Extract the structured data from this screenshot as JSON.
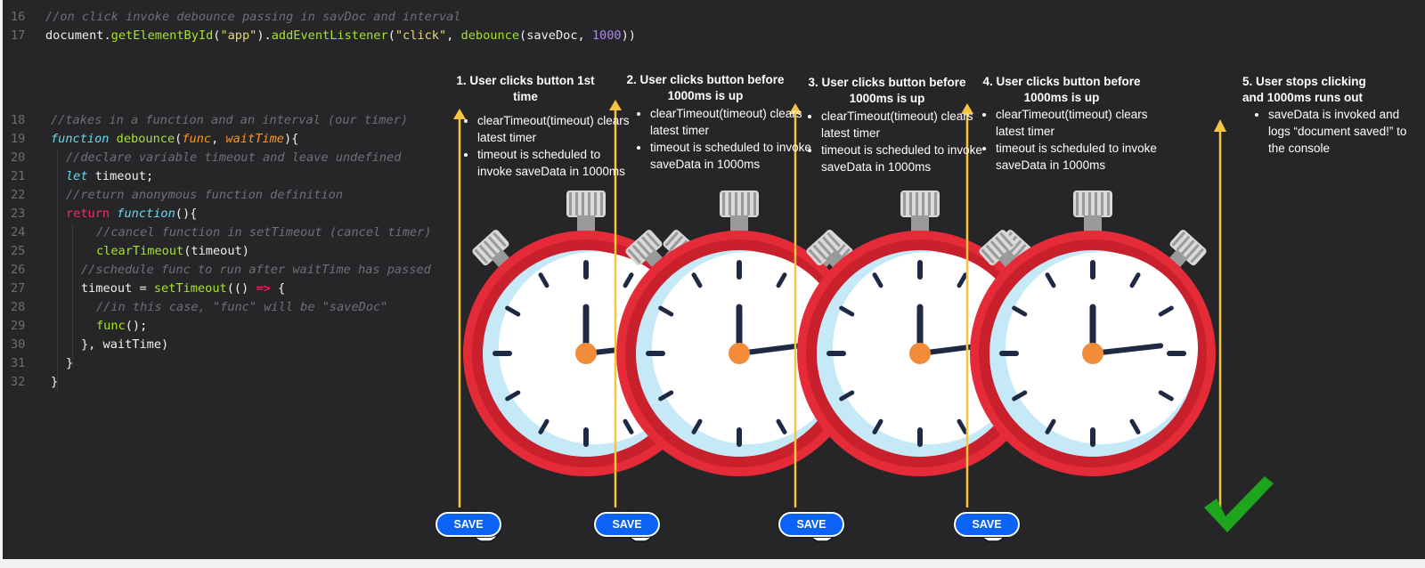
{
  "code_lines": [
    {
      "n": "16",
      "group": "top",
      "indent": 0,
      "tokens": [
        [
          "c",
          "//on click invoke debounce passing in savDoc and interval"
        ]
      ]
    },
    {
      "n": "17",
      "group": "top",
      "indent": 0,
      "tokens": [
        [
          "p",
          "document."
        ],
        [
          "f",
          "getElementById"
        ],
        [
          "p",
          "("
        ],
        [
          "s",
          "\"app\""
        ],
        [
          "p",
          ")."
        ],
        [
          "f",
          "addEventListener"
        ],
        [
          "p",
          "("
        ],
        [
          "s",
          "\"click\""
        ],
        [
          "p",
          ", "
        ],
        [
          "f",
          "debounce"
        ],
        [
          "p",
          "(saveDoc, "
        ],
        [
          "n",
          "1000"
        ],
        [
          "p",
          "))"
        ]
      ]
    },
    {
      "n": "18",
      "group": "main",
      "indent": 0,
      "tokens": [
        [
          "c",
          "//takes in a function and an interval (our timer)"
        ]
      ]
    },
    {
      "n": "19",
      "group": "main",
      "indent": 0,
      "tokens": [
        [
          "k",
          "function "
        ],
        [
          "f",
          "debounce"
        ],
        [
          "p",
          "("
        ],
        [
          "a",
          "func"
        ],
        [
          "p",
          ", "
        ],
        [
          "a",
          "waitTime"
        ],
        [
          "p",
          "){"
        ]
      ]
    },
    {
      "n": "20",
      "group": "main",
      "indent": 1,
      "tokens": [
        [
          "c",
          "//declare variable timeout and leave undefined"
        ]
      ]
    },
    {
      "n": "21",
      "group": "main",
      "indent": 1,
      "tokens": [
        [
          "k",
          "let "
        ],
        [
          "p",
          "timeout;"
        ]
      ]
    },
    {
      "n": "22",
      "group": "main",
      "indent": 1,
      "tokens": [
        [
          "c",
          "//return anonymous function definition"
        ]
      ]
    },
    {
      "n": "23",
      "group": "main",
      "indent": 1,
      "tokens": [
        [
          "r",
          "return "
        ],
        [
          "k",
          "function"
        ],
        [
          "p",
          "(){"
        ]
      ]
    },
    {
      "n": "24",
      "group": "main",
      "indent": 3,
      "tokens": [
        [
          "c",
          "//cancel function in setTimeout (cancel timer)"
        ]
      ]
    },
    {
      "n": "25",
      "group": "main",
      "indent": 3,
      "tokens": [
        [
          "f",
          "clearTimeout"
        ],
        [
          "p",
          "(timeout)"
        ]
      ]
    },
    {
      "n": "26",
      "group": "main",
      "indent": 2,
      "tokens": [
        [
          "c",
          "//schedule func to run after waitTime has passed"
        ]
      ]
    },
    {
      "n": "27",
      "group": "main",
      "indent": 2,
      "tokens": [
        [
          "p",
          "timeout = "
        ],
        [
          "f",
          "setTimeout"
        ],
        [
          "p",
          "(() "
        ],
        [
          "r",
          "=>"
        ],
        [
          "p",
          " {"
        ]
      ]
    },
    {
      "n": "28",
      "group": "main",
      "indent": 3,
      "tokens": [
        [
          "c",
          "//in this case, \"func\" will be \"saveDoc\""
        ]
      ]
    },
    {
      "n": "29",
      "group": "main",
      "indent": 3,
      "tokens": [
        [
          "f",
          "func"
        ],
        [
          "p",
          "();"
        ]
      ]
    },
    {
      "n": "30",
      "group": "main",
      "indent": 2,
      "tokens": [
        [
          "p",
          "}, waitTime)"
        ]
      ]
    },
    {
      "n": "31",
      "group": "main",
      "indent": 1,
      "tokens": [
        [
          "p",
          "}"
        ]
      ]
    },
    {
      "n": "32",
      "group": "main",
      "indent": 0,
      "tokens": [
        [
          "p",
          "}"
        ]
      ]
    }
  ],
  "steps": [
    {
      "title": "1. User clicks button 1st time",
      "bullets": [
        "clearTimeout(timeout) clears latest timer",
        "timeout is scheduled to invoke saveData in 1000ms"
      ],
      "button": "SAVE"
    },
    {
      "title": "2. User clicks button before 1000ms is up",
      "bullets": [
        "clearTimeout(timeout) clears latest timer",
        "timeout is scheduled to invoke saveData in 1000ms"
      ],
      "button": "SAVE"
    },
    {
      "title": "3. User clicks button before 1000ms is up",
      "bullets": [
        "clearTimeout(timeout) clears latest timer",
        "timeout is scheduled to invoke saveData in 1000ms"
      ],
      "button": "SAVE"
    },
    {
      "title": "4. User clicks button before 1000ms is up",
      "bullets": [
        "clearTimeout(timeout) clears latest timer",
        "timeout is scheduled to invoke saveData in 1000ms"
      ],
      "button": "SAVE"
    },
    {
      "title": "5. User stops clicking and 1000ms runs out",
      "bullets": [
        "saveData is invoked and logs “document saved!” to the console"
      ]
    }
  ],
  "colors": {
    "background": "#262628",
    "arrow": "#f5c542",
    "stopwatch_red": "#e52b38",
    "stopwatch_face": "#ffffff",
    "stopwatch_shade": "#c6e9f7",
    "hand": "#1e2a44",
    "pivot": "#f28c38",
    "button": "#0a63f5",
    "check": "#1ea51e"
  }
}
